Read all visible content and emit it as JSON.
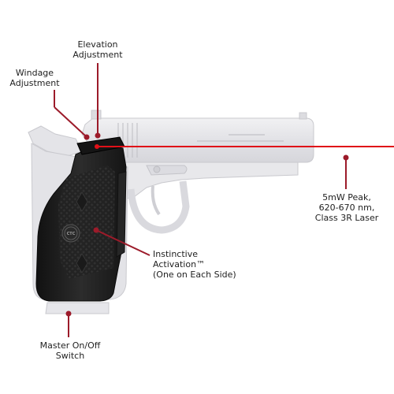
{
  "callouts": {
    "elevation": {
      "lines": [
        "Elevation",
        "Adjustment"
      ]
    },
    "windage": {
      "lines": [
        "Windage",
        "Adjustment"
      ]
    },
    "laser_spec": {
      "lines": [
        "5mW Peak,",
        "620-670 nm,",
        "Class 3R Laser"
      ]
    },
    "activation": {
      "lines": [
        "Instinctive",
        "Activation™",
        "(One on Each Side)"
      ]
    },
    "master_switch": {
      "lines": [
        "Master On/Off",
        "Switch"
      ]
    }
  },
  "logo": {
    "text": "CTC"
  },
  "colors": {
    "callout_line": "#9c1b2a",
    "laser_beam": "#e01018",
    "pistol_body": "#e6e6e9",
    "grip": "#1e1e1e",
    "text": "#222222"
  }
}
